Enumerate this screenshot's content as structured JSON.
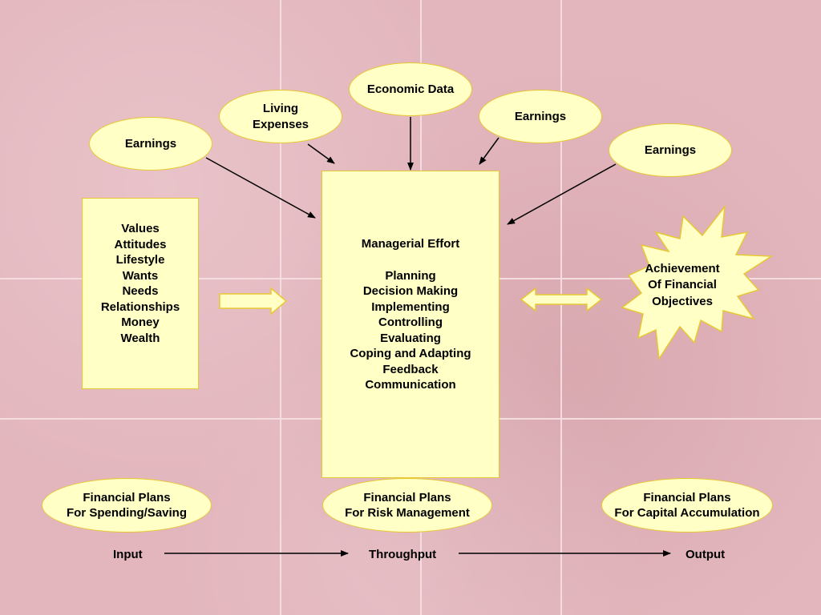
{
  "ovals": {
    "economic_data": "Economic Data",
    "living_expenses": [
      "Living",
      "Expenses"
    ],
    "earnings_left": "Earnings",
    "earnings_upper_right": "Earnings",
    "earnings_right": "Earnings",
    "plan_spending": [
      "Financial Plans",
      "For Spending/Saving"
    ],
    "plan_risk": [
      "Financial Plans",
      "For Risk Management"
    ],
    "plan_capital": [
      "Financial Plans",
      "For Capital Accumulation"
    ]
  },
  "inputs_box": {
    "items": [
      "Values",
      "Attitudes",
      "Lifestyle",
      "Wants",
      "Needs",
      "Relationships",
      "Money",
      "Wealth"
    ]
  },
  "managerial_box": {
    "title": "Managerial Effort",
    "items": [
      "Planning",
      "Decision Making",
      "Implementing",
      "Controlling",
      "Evaluating",
      "Coping and Adapting",
      "Feedback",
      "Communication"
    ]
  },
  "outcome": [
    "Achievement",
    "Of Financial",
    "Objectives"
  ],
  "flow": {
    "input": "Input",
    "throughput": "Throughput",
    "output": "Output"
  },
  "colors": {
    "background": "#e3b6bd",
    "shape_fill": "#ffffc6",
    "shape_border": "#e8c832"
  }
}
